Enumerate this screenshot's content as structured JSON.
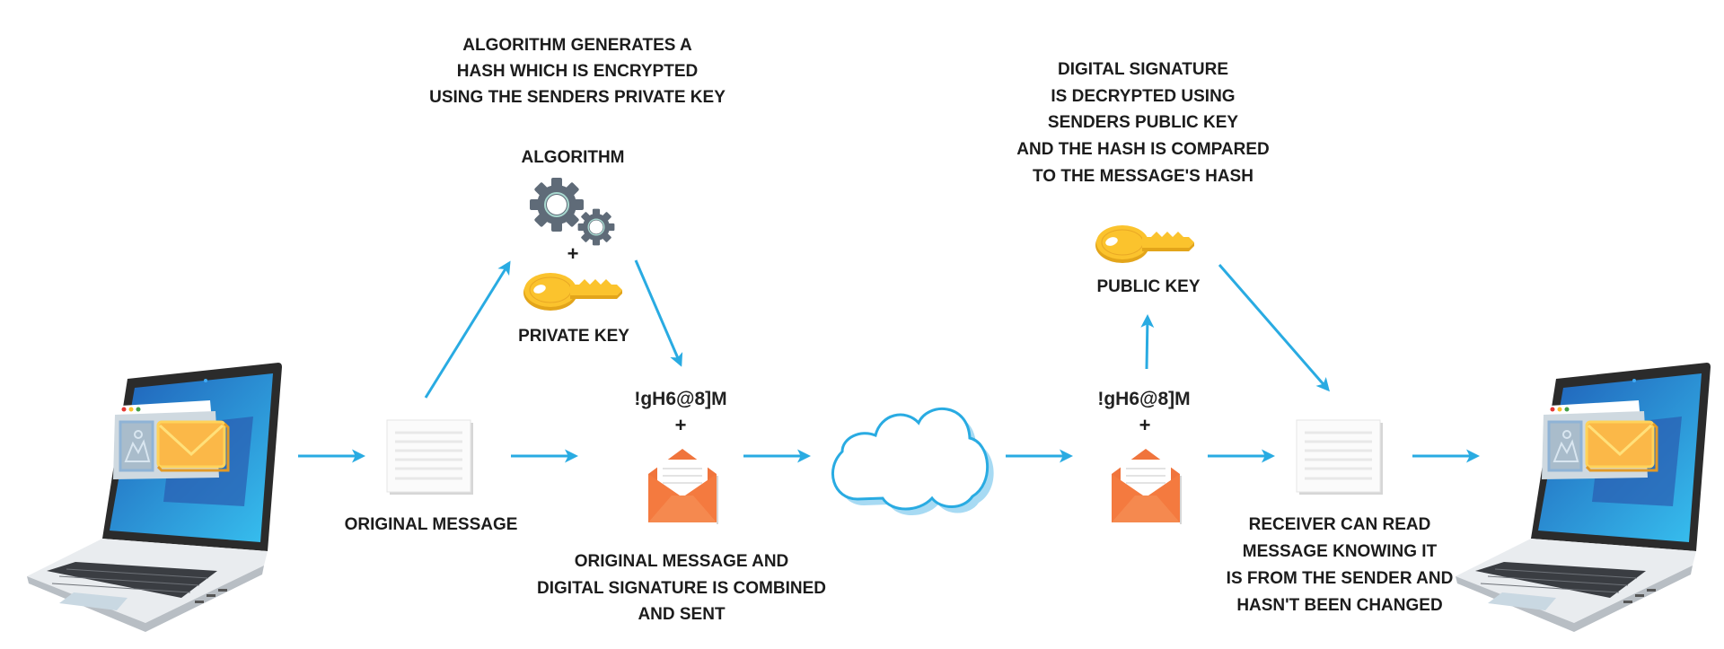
{
  "diagram": {
    "title": "Digital signature process",
    "colors": {
      "arrow": "#29abe2",
      "key": "#fbc02d",
      "gear": "#5f6b78",
      "envelope": "#f0743c",
      "laptop_screen": "#2f7fd0",
      "mail_icon": "#fbb848",
      "text": "#1c1c1c"
    },
    "sender": {
      "icon": "laptop-icon"
    },
    "original_message": {
      "label": "ORIGINAL MESSAGE",
      "icon": "document-icon"
    },
    "signing": {
      "caption": [
        "ALGORITHM GENERATES A",
        "HASH WHICH IS ENCRYPTED",
        "USING THE SENDERS PRIVATE KEY"
      ],
      "algorithm_label": "ALGORITHM",
      "algorithm_icon": "gears-icon",
      "plus": "+",
      "private_key_label": "PRIVATE KEY",
      "private_key_icon": "key-icon"
    },
    "combined": {
      "hash": "!gH6@8]M",
      "plus": "+",
      "icon": "open-envelope-icon",
      "caption": [
        "ORIGINAL MESSAGE AND",
        "DIGITAL SIGNATURE IS COMBINED",
        "AND SENT"
      ]
    },
    "network": {
      "icon": "cloud-icon"
    },
    "received": {
      "hash": "!gH6@8]M",
      "plus": "+",
      "icon": "open-envelope-icon"
    },
    "verification": {
      "caption": [
        "DIGITAL SIGNATURE",
        "IS DECRYPTED USING",
        "SENDERS PUBLIC KEY",
        "AND THE HASH IS COMPARED",
        "TO THE MESSAGE'S HASH"
      ],
      "public_key_label": "PUBLIC KEY",
      "public_key_icon": "key-icon"
    },
    "result": {
      "icon": "document-icon",
      "caption": [
        "RECEIVER CAN READ",
        "MESSAGE KNOWING IT",
        "IS FROM THE SENDER AND",
        "HASN'T BEEN CHANGED"
      ]
    },
    "receiver": {
      "icon": "laptop-icon"
    }
  }
}
